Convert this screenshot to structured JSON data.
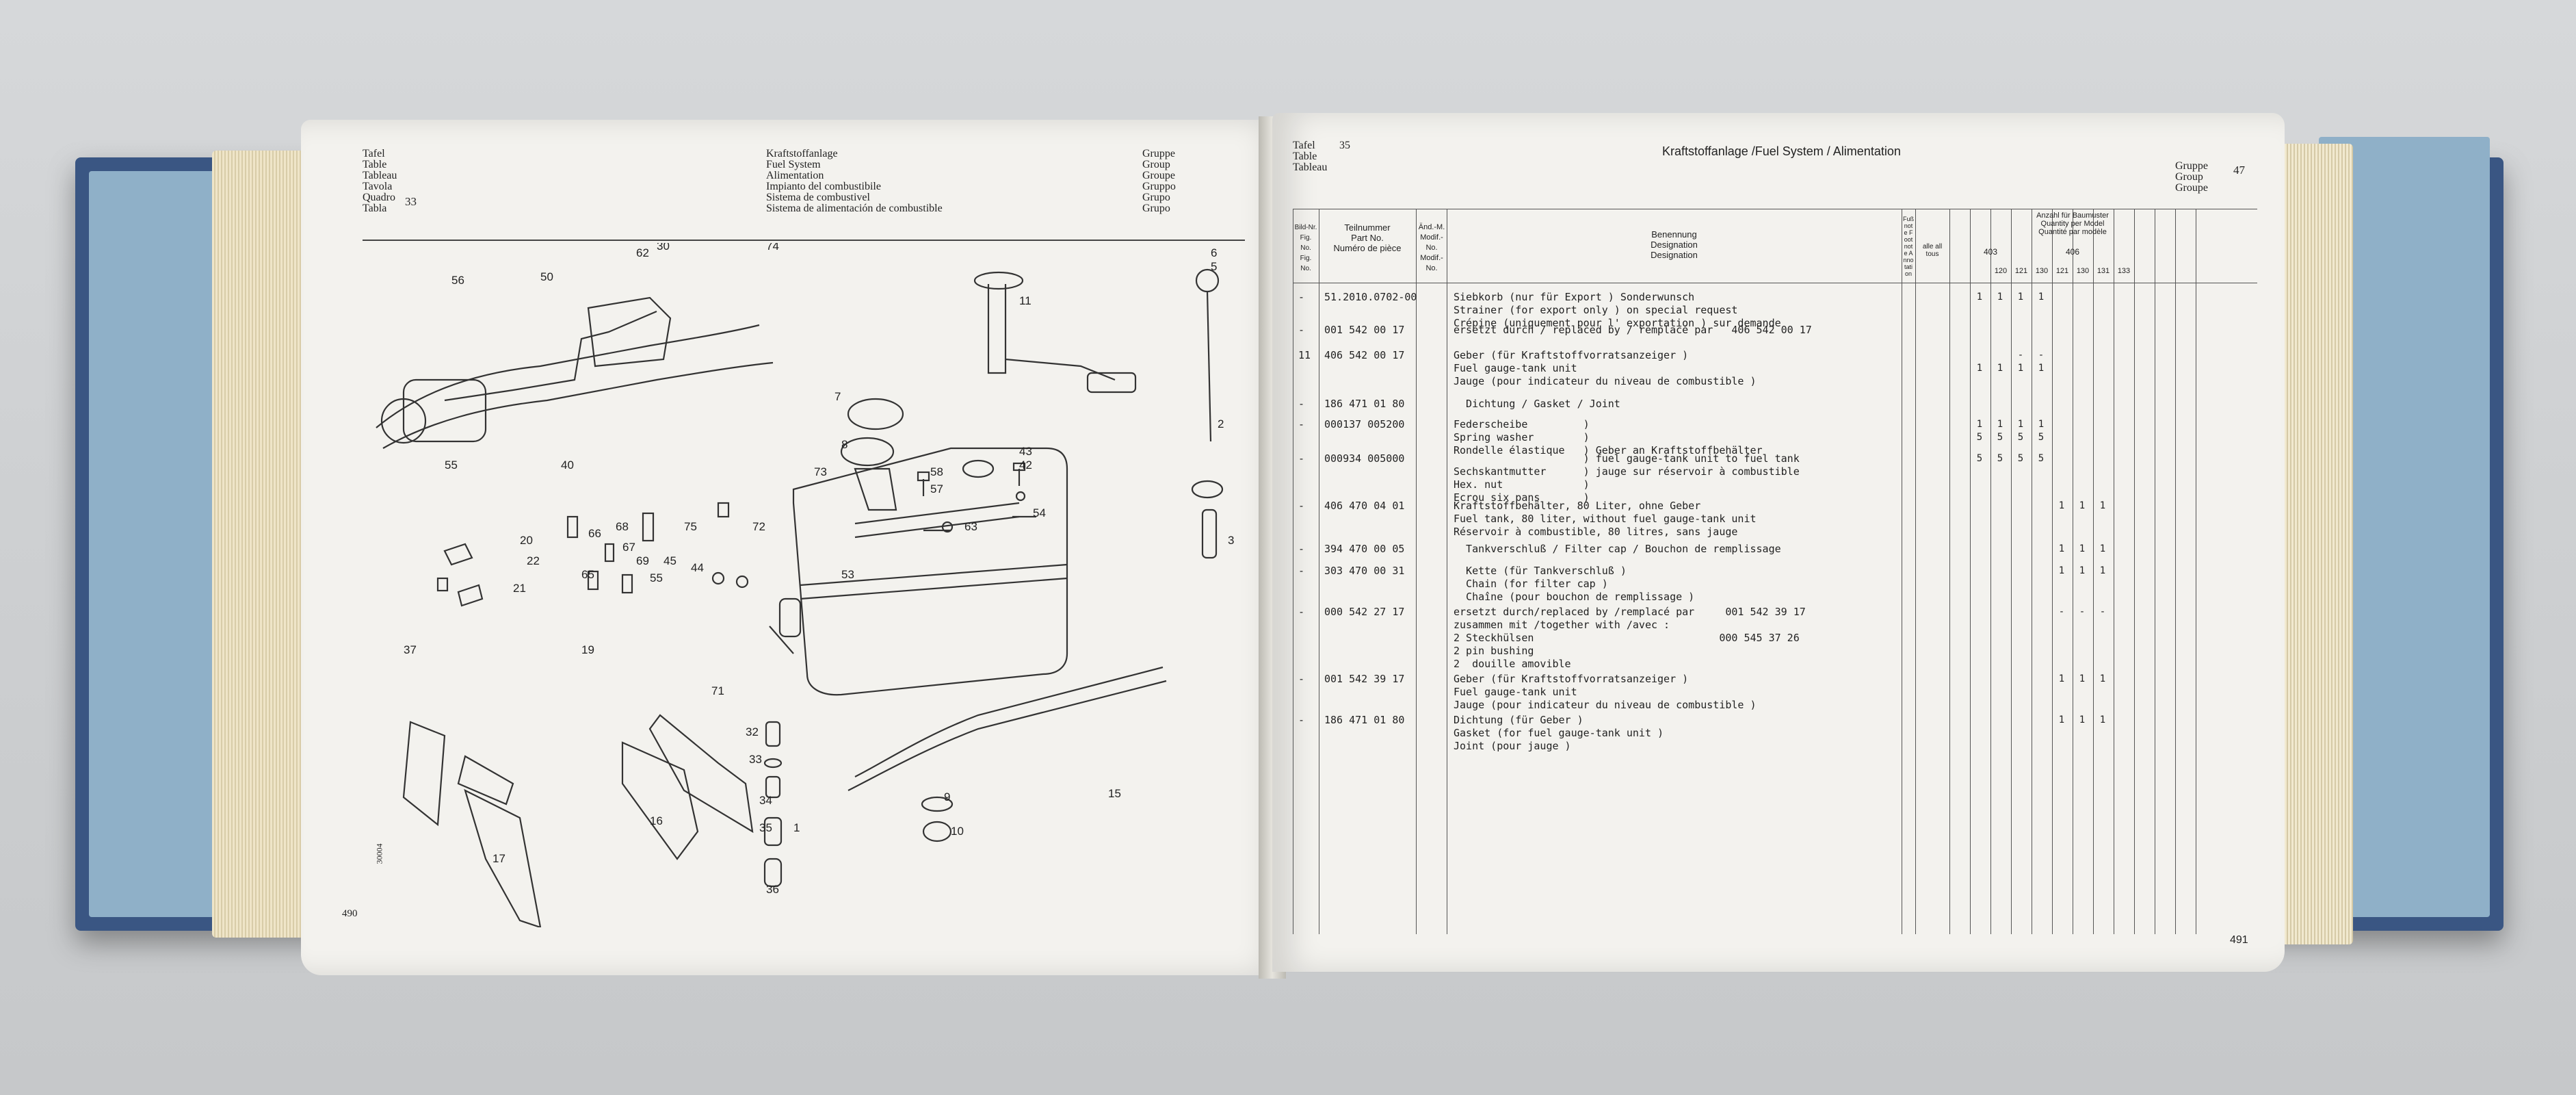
{
  "left_page": {
    "header_col1": [
      "Tafel",
      "Table",
      "Tableau",
      "Tavola",
      "Quadro",
      "Tabla"
    ],
    "table_number": "33",
    "header_col2": [
      "Kraftstoffanlage",
      "Fuel System",
      "Alimentation",
      "Impianto del combustibile",
      "Sistema de combustivel",
      "Sistema de alimentación de combustible"
    ],
    "header_col3": [
      "Gruppe",
      "Group",
      "Groupe",
      "Gruppo",
      "Grupo",
      "Grupo"
    ],
    "page_number": "490",
    "print_code": "30004",
    "callouts": [
      "56",
      "50",
      "62",
      "30",
      "74",
      "6",
      "5",
      "11",
      "2",
      "55",
      "40",
      "7",
      "43",
      "42",
      "58",
      "8",
      "57",
      "54",
      "73",
      "63",
      "3",
      "20",
      "66",
      "68",
      "75",
      "72",
      "22",
      "65",
      "67",
      "69",
      "45",
      "44",
      "55",
      "21",
      "37",
      "19",
      "53",
      "71",
      "32",
      "33",
      "34",
      "16",
      "17",
      "35",
      "36",
      "1",
      "15",
      "9",
      "10"
    ]
  },
  "right_page": {
    "header_col1": [
      "Tafel",
      "Table",
      "Tableau"
    ],
    "table_number": "35",
    "title": "Kraftstoffanlage /Fuel System / Alimentation",
    "group_labels": [
      "Gruppe",
      "Group",
      "Groupe"
    ],
    "group_number": "47",
    "columns": {
      "bild": "Bild-Nr. Fig. No. Fig. No.",
      "teilnummer": [
        "Teilnummer",
        "Part No.",
        "Numéro de pièce"
      ],
      "aend": [
        "Änd.-M.",
        "Modif.-No.",
        "Modif.-No."
      ],
      "benennung": [
        "Benennung",
        "Designation",
        "Designation"
      ],
      "fussnote": "Fußnote Footnote Annotation",
      "anzahl": [
        "Anzahl für Baumuster",
        "Quantity per Model",
        "Quantité par modèle"
      ],
      "alle": "alle all tous",
      "model_groups": [
        "403",
        "406"
      ],
      "models": [
        "120",
        "121",
        "130",
        "121",
        "130",
        "131",
        "133"
      ]
    },
    "rows": [
      {
        "pos": "-",
        "pn": "51.2010.0702-00",
        "d": [
          "Siebkorb (nur für Export ) Sonderwunsch",
          "Strainer (for export only ) on special request",
          "Crépine (uniquement pour l' exportation ) sur demande"
        ],
        "q": [
          "",
          "1",
          "1",
          "1",
          "1",
          "",
          "",
          "",
          ""
        ]
      },
      {
        "pos": "-",
        "pn": "001 542 00 17",
        "d": [
          "ersetzt durch / replaced by / remplacé par   406 542 00 17"
        ],
        "q": [
          "",
          "",
          "",
          "",
          "",
          "",
          "",
          "",
          ""
        ]
      },
      {
        "pos": "11",
        "pn": "406 542 00 17",
        "d": [
          "Geber (für Kraftstoffvorratsanzeiger )",
          "Fuel gauge-tank unit",
          "Jauge (pour indicateur du niveau de combustible )"
        ],
        "q": [
          "",
          "",
          "",
          "-",
          "-",
          "",
          "",
          "",
          ""
        ],
        "q2": [
          "",
          "1",
          "1",
          "1",
          "1",
          "",
          "",
          "",
          ""
        ]
      },
      {
        "pos": "-",
        "pn": "186 471 01 80",
        "d": [
          "  Dichtung / Gasket / Joint"
        ],
        "q": [
          "",
          "",
          "",
          "",
          "",
          "",
          "",
          "",
          ""
        ]
      },
      {
        "pos": "-",
        "pn": "000137 005200",
        "d": [
          "Federscheibe         )",
          "Spring washer        )",
          "Rondelle élastique   ) Geber an Kraftstoffbehälter"
        ],
        "q": [
          "",
          "1",
          "1",
          "1",
          "1",
          "",
          "",
          "",
          ""
        ],
        "q2": [
          "",
          "5",
          "5",
          "5",
          "5",
          "",
          "",
          "",
          ""
        ]
      },
      {
        "pos": "-",
        "pn": "000934 005000",
        "d": [
          "                     ) fuel gauge-tank unit to fuel tank",
          "Sechskantmutter      ) jauge sur réservoir à combustible",
          "Hex. nut             )",
          "Ecrou six pans       )"
        ],
        "q": [
          "",
          "5",
          "5",
          "5",
          "5",
          "",
          "",
          "",
          ""
        ]
      },
      {
        "pos": "-",
        "pn": "406 470 04 01",
        "d": [
          "Kraftstoffbehälter, 80 Liter, ohne Geber",
          "Fuel tank, 80 liter, without fuel gauge-tank unit",
          "Réservoir à combustible, 80 litres, sans jauge"
        ],
        "q": [
          "",
          "",
          "",
          "",
          "",
          "1",
          "1",
          "1",
          ""
        ]
      },
      {
        "pos": "-",
        "pn": "394 470 00 05",
        "d": [
          "  Tankverschluß / Filter cap / Bouchon de remplissage"
        ],
        "q": [
          "",
          "",
          "",
          "",
          "",
          "1",
          "1",
          "1",
          ""
        ]
      },
      {
        "pos": "-",
        "pn": "303 470 00 31",
        "d": [
          "  Kette (für Tankverschluß )",
          "  Chain (for filter cap )",
          "  Chaîne (pour bouchon de remplissage )"
        ],
        "q": [
          "",
          "",
          "",
          "",
          "",
          "1",
          "1",
          "1",
          ""
        ]
      },
      {
        "pos": "-",
        "pn": "000 542 27 17",
        "d": [
          "ersetzt durch/replaced by /remplacé par     001 542 39 17",
          "zusammen mit /together with /avec :",
          "2 Steckhülsen                              000 545 37 26",
          "2 pin bushing",
          "2  douille amovible"
        ],
        "q": [
          "",
          "",
          "",
          "",
          "",
          "-",
          "-",
          "-",
          ""
        ]
      },
      {
        "pos": "-",
        "pn": "001 542 39 17",
        "d": [
          "Geber (für Kraftstoffvorratsanzeiger )",
          "Fuel gauge-tank unit",
          "Jauge (pour indicateur du niveau de combustible )"
        ],
        "q": [
          "",
          "",
          "",
          "",
          "",
          "1",
          "1",
          "1",
          ""
        ]
      },
      {
        "pos": "-",
        "pn": "186 471 01 80",
        "d": [
          "Dichtung (für Geber )",
          "Gasket (for fuel gauge-tank unit )",
          "Joint (pour jauge )"
        ],
        "q": [
          "",
          "",
          "",
          "",
          "",
          "1",
          "1",
          "1",
          ""
        ]
      }
    ],
    "page_number": "491"
  }
}
